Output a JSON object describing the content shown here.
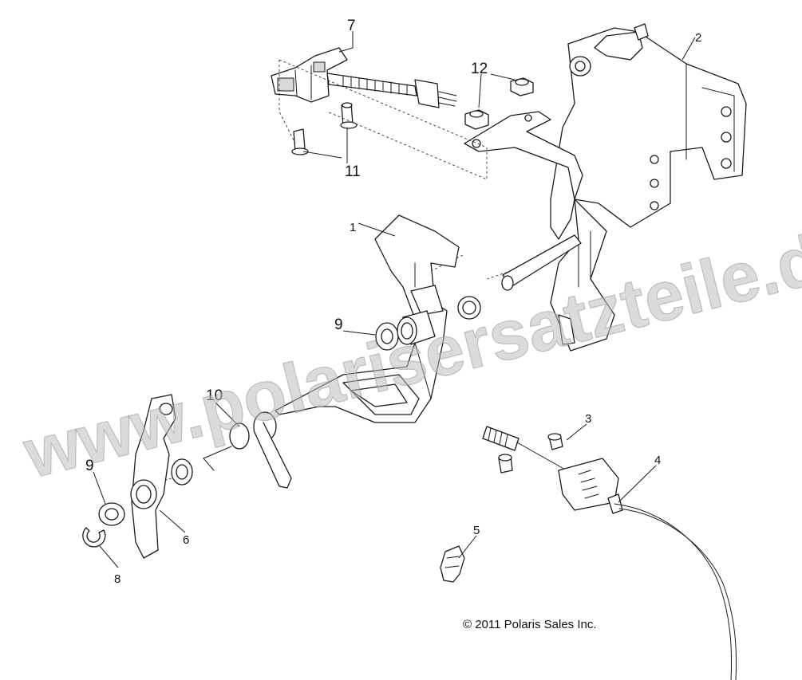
{
  "diagram": {
    "callouts": {
      "c1": "1",
      "c2": "2",
      "c3": "3",
      "c4": "4",
      "c5": "5",
      "c6": "6",
      "c7": "7",
      "c8": "8",
      "c9_center": "9",
      "c9_left": "9",
      "c10": "10",
      "c11": "11",
      "c12": "12"
    },
    "watermark": "www.polarisersatzteile.de",
    "copyright": "© 2011 Polaris Sales Inc."
  }
}
